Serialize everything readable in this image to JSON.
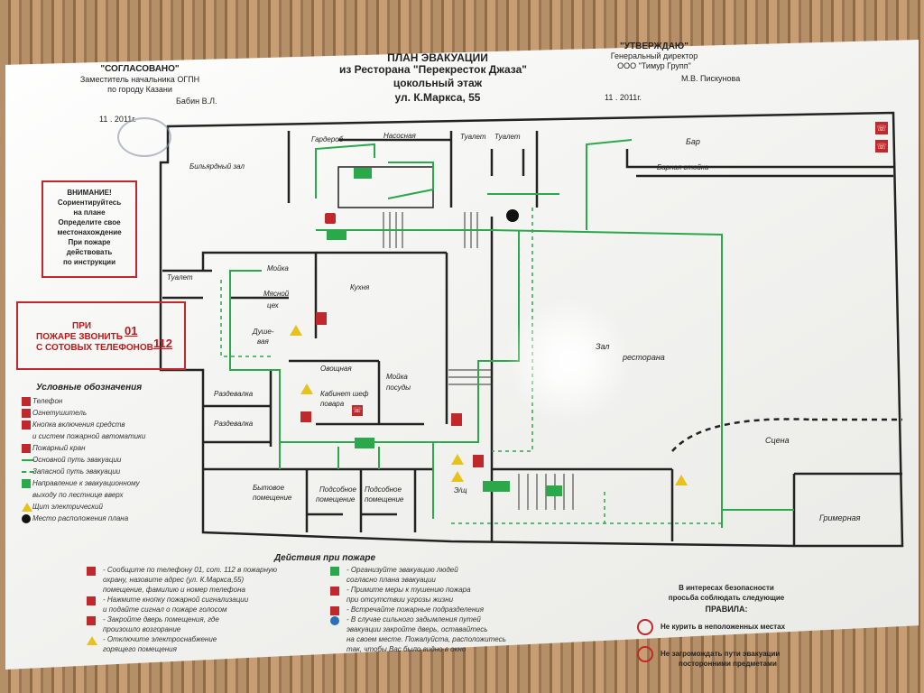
{
  "header": {
    "title": "ПЛАН ЭВАКУАЦИИ",
    "subtitle": "из Ресторана \"Перекресток Джаза\"",
    "floor": "цокольный этаж",
    "address": "ул. К.Маркса, 55"
  },
  "approved_left": {
    "heading": "\"СОГЛАСОВАНО\"",
    "line1": "Заместитель начальника ОГПН",
    "line2": "по городу Казани",
    "name": "Бабин В.Л.",
    "date": "11 .  2011г."
  },
  "approved_right": {
    "heading": "\"УТВЕРЖДАЮ\"",
    "line1": "Генеральный директор",
    "line2": "ООО \"Тимур Групп\"",
    "name": "М.В. Пискунова",
    "date": "11 .  2011г."
  },
  "warning_box": {
    "lines": [
      "ВНИМАНИЕ!",
      "Сориентируйтесь",
      "на плане",
      "Определите свое",
      "местонахождение",
      "При пожаре",
      "действовать",
      "по инструкции"
    ]
  },
  "phone_box": {
    "line1": "ПРИ",
    "line2": "ПОЖАРЕ ЗВОНИТЬ",
    "line3": "С СОТОВЫХ ТЕЛЕФОНОВ",
    "num1": "01",
    "num2": "112"
  },
  "legend": {
    "title": "Условные обозначения",
    "items": [
      {
        "icon": "phone-icon",
        "text": "Телефон"
      },
      {
        "icon": "extinguisher-icon",
        "text": "Огнетушитель"
      },
      {
        "icon": "alarm-button-icon",
        "text": "Кнопка включения средств"
      },
      {
        "icon": "",
        "text": "и систем пожарной автоматики"
      },
      {
        "icon": "fire-hose-icon",
        "text": "Пожарный кран"
      },
      {
        "icon": "main-route-icon",
        "text": "Основной путь эвакуации"
      },
      {
        "icon": "reserve-route-icon",
        "text": "Запасной путь эвакуации"
      },
      {
        "icon": "stair-exit-icon",
        "text": "Направление к эвакуационному"
      },
      {
        "icon": "",
        "text": "выходу по лестнице вверх"
      },
      {
        "icon": "electric-panel-icon",
        "text": "Щит электрический"
      },
      {
        "icon": "you-are-here-icon",
        "text": "Место расположения плана"
      }
    ]
  },
  "rooms": {
    "billiard": "Бильярдный зал",
    "wardrobe": "Гардероб",
    "pump": "Насосная",
    "wc1": "Туалет",
    "wc2": "Туалет",
    "wc3": "Туалет",
    "bar": "Бар",
    "bar_counter": "Барная стойка",
    "washing": "Мойка",
    "meat": "Мясной",
    "meat2": "цех",
    "kitchen": "Кухня",
    "shower": "Душе-",
    "shower2": "вая",
    "veg": "Овощная",
    "chef": "Кабинет шеф",
    "chef2": "повара",
    "dishwash": "Мойка",
    "dishwash2": "посуды",
    "locker1": "Раздевалка",
    "locker2": "Раздевалка",
    "household": "Бытовое",
    "household2": "помещение",
    "utility1": "Подсобное",
    "utility1b": "помещение",
    "utility2": "Подсобное",
    "utility2b": "помещение",
    "hall": "Зал",
    "hall2": "ресторана",
    "stage": "Сцена",
    "dressing": "Гримерная",
    "elec": "Э/щ"
  },
  "actions": {
    "title": "Действия при пожаре",
    "left": [
      {
        "icon": "phone-icon",
        "text": "- Сообщите по телефону 01, сот. 112  в пожарную"
      },
      {
        "icon": "",
        "text": "охрану, назовите адрес (ул. К.Маркса,55)"
      },
      {
        "icon": "",
        "text": "помещение, фамилию и номер телефона"
      },
      {
        "icon": "alarm-button-icon",
        "text": "- Нажмите кнопку пожарной сигнализации"
      },
      {
        "icon": "",
        "text": "и подайте сигнал о пожаре голосом"
      },
      {
        "icon": "door-icon",
        "text": "- Закройте дверь помещения, где"
      },
      {
        "icon": "",
        "text": "произошло возгорание"
      },
      {
        "icon": "electric-panel-icon",
        "text": "- Отключите электроснабжение"
      },
      {
        "icon": "",
        "text": "горящего помещения"
      }
    ],
    "right": [
      {
        "icon": "exit-sign-icon",
        "text": "- Организуйте эвакуацию людей"
      },
      {
        "icon": "",
        "text": "согласно плана эвакуации"
      },
      {
        "icon": "extinguisher-icon",
        "text": "- Примите меры к тушению пожара"
      },
      {
        "icon": "",
        "text": "при отсутствии угрозы жизни"
      },
      {
        "icon": "fire-truck-icon",
        "text": "- Встречайте пожарные подразделения"
      },
      {
        "icon": "info-icon",
        "text": "- В случае сильного задымления путей"
      },
      {
        "icon": "",
        "text": "эвакуации закройте дверь, оставайтесь"
      },
      {
        "icon": "",
        "text": "на своем месте. Пожалуйста, расположитесь"
      },
      {
        "icon": "",
        "text": "так, чтобы Вас было видно в окно"
      }
    ]
  },
  "rules": {
    "line1": "В интересах безопасности",
    "line2": "просьба соблюдать следующие",
    "heading": "ПРАВИЛА:",
    "rule1": "Не курить в неположенных местах",
    "rule2a": "Не загромождать пути эвакуации",
    "rule2b": "посторонними предметами"
  },
  "colors": {
    "route": "#2aa84a",
    "red": "#c0282b",
    "wall": "#222222"
  }
}
